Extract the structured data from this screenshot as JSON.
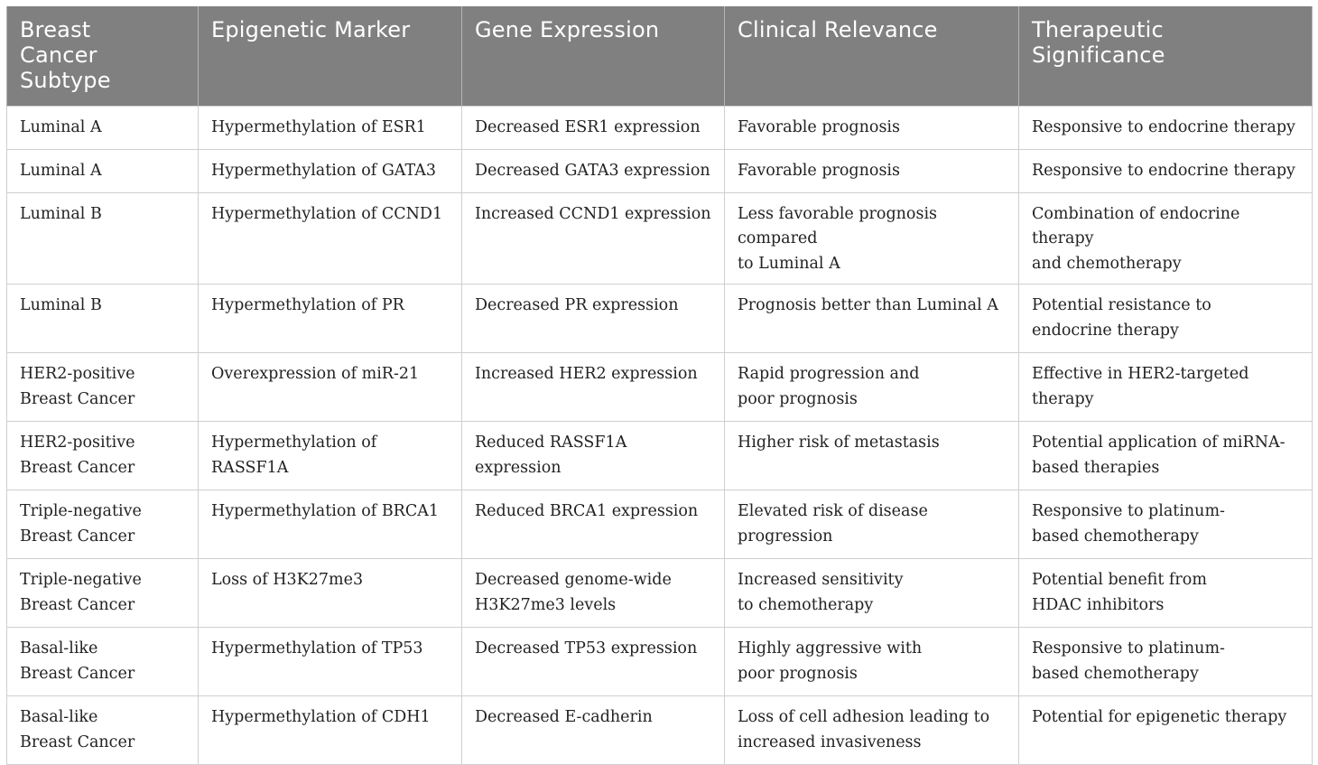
{
  "table": {
    "headers": [
      "Breast\nCancer\nSubtype",
      "Epigenetic Marker",
      "Gene Expression",
      "Clinical Relevance",
      "Therapeutic Significance"
    ],
    "rows": [
      [
        "Luminal A",
        "Hypermethylation of ESR1",
        "Decreased ESR1 expression",
        "Favorable prognosis",
        "Responsive to endocrine therapy"
      ],
      [
        "Luminal A",
        "Hypermethylation of GATA3",
        "Decreased GATA3 expression",
        "Favorable prognosis",
        "Responsive to endocrine therapy"
      ],
      [
        "Luminal B",
        "Hypermethylation of CCND1",
        "Increased CCND1 expression",
        "Less favorable prognosis compared\nto Luminal A",
        "Combination of endocrine therapy\nand chemotherapy"
      ],
      [
        "Luminal B",
        "Hypermethylation of PR",
        "Decreased PR expression",
        "Prognosis better than Luminal A",
        "Potential resistance to\nendocrine therapy"
      ],
      [
        "HER2-positive\nBreast Cancer",
        "Overexpression of miR-21",
        "Increased HER2 expression",
        "Rapid progression and\npoor prognosis",
        "Effective in HER2-targeted therapy"
      ],
      [
        "HER2-positive\nBreast Cancer",
        "Hypermethylation of RASSF1A",
        "Reduced RASSF1A expression",
        "Higher risk of metastasis",
        "Potential application of miRNA-\nbased therapies"
      ],
      [
        "Triple-negative\nBreast Cancer",
        "Hypermethylation of BRCA1",
        "Reduced BRCA1 expression",
        "Elevated risk of disease progression",
        "Responsive to platinum-\nbased chemotherapy"
      ],
      [
        "Triple-negative\nBreast Cancer",
        "Loss of H3K27me3",
        "Decreased genome-wide\nH3K27me3 levels",
        "Increased sensitivity\nto chemotherapy",
        "Potential benefit from\nHDAC inhibitors"
      ],
      [
        "Basal-like\nBreast Cancer",
        "Hypermethylation of TP53",
        "Decreased TP53 expression",
        "Highly aggressive with\npoor prognosis",
        "Responsive to platinum-\nbased chemotherapy"
      ],
      [
        "Basal-like\nBreast Cancer",
        "Hypermethylation of CDH1",
        "Decreased E-cadherin",
        "Loss of cell adhesion leading to\nincreased invasiveness",
        "Potential for epigenetic therapy"
      ]
    ]
  }
}
